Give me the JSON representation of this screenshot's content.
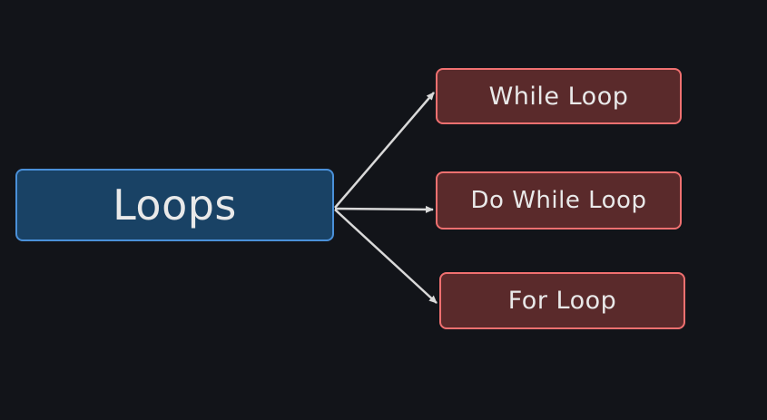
{
  "diagram": {
    "root": {
      "label": "Loops"
    },
    "children": [
      {
        "label": "While Loop"
      },
      {
        "label": "Do While Loop"
      },
      {
        "label": "For Loop"
      }
    ],
    "colors": {
      "background": "#121419",
      "root_fill": "#194265",
      "root_border": "#4a90d9",
      "child_fill": "#5a2a2b",
      "child_border": "#f07070",
      "arrow": "#d9d9d9",
      "text": "#e9e9e9"
    }
  }
}
